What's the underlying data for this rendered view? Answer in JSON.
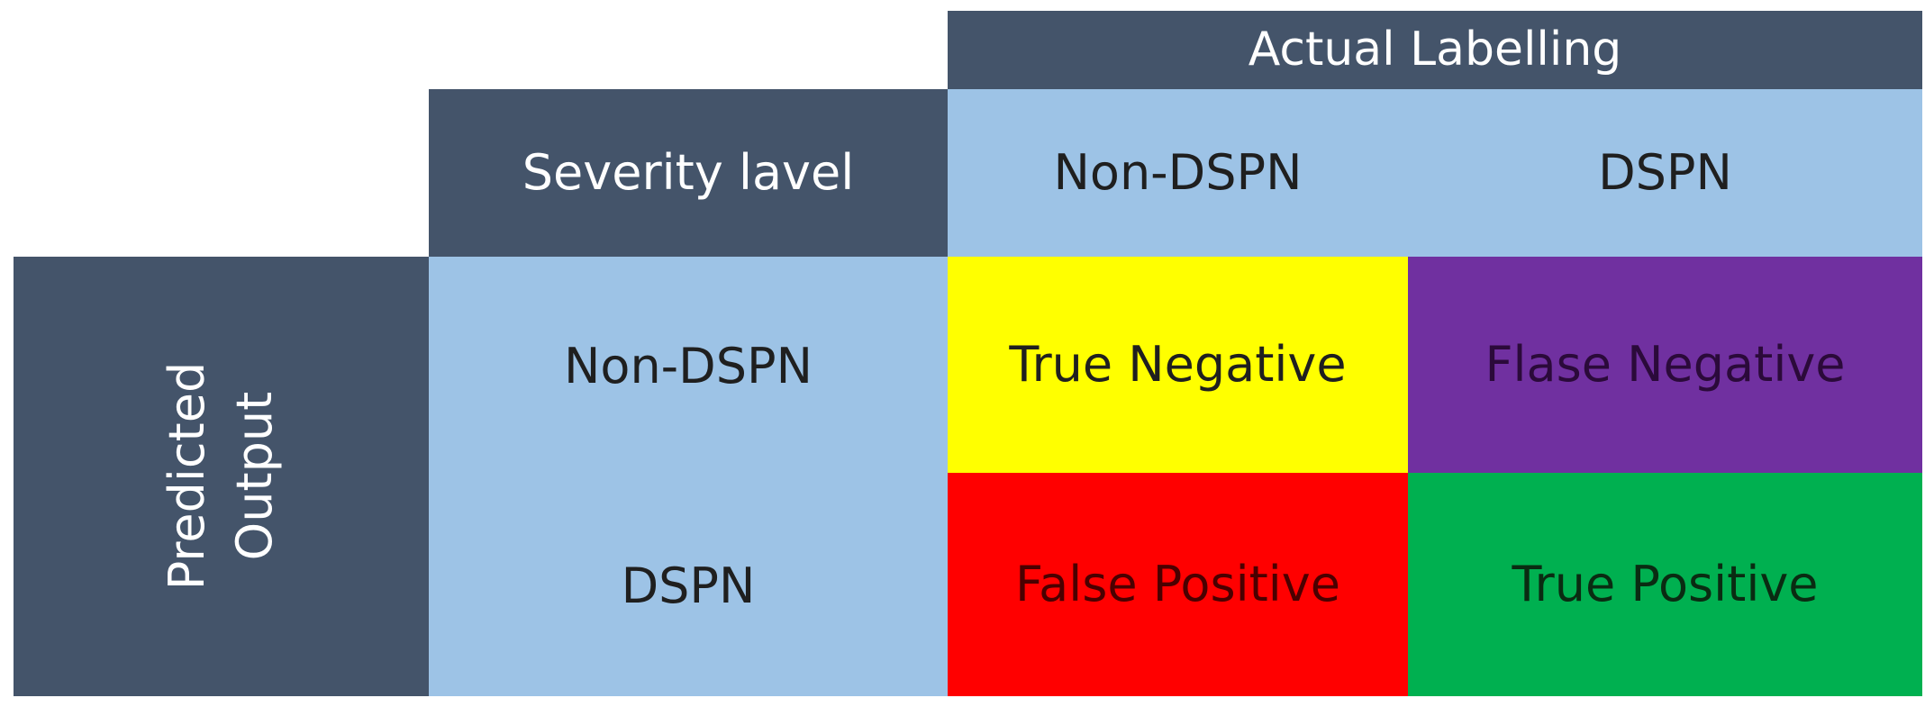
{
  "actual_labelling": "Actual Labelling",
  "severity_level": "Severity lavel",
  "predicted_output": {
    "line1": "Predicted",
    "line2": "Output"
  },
  "columns": {
    "non_dspn": "Non-DSPN",
    "dspn": "DSPN"
  },
  "rows": {
    "non_dspn": "Non-DSPN",
    "dspn": "DSPN"
  },
  "cells": {
    "true_negative": {
      "label": "True Negative",
      "color": "#ffff00"
    },
    "false_negative": {
      "label": "Flase Negative",
      "color": "#7030a0"
    },
    "false_positive": {
      "label": "False Positive",
      "color": "#ff0000"
    },
    "true_positive": {
      "label": "True Positive",
      "color": "#00b050"
    }
  },
  "colors": {
    "header_dark": "#44546a",
    "header_light": "#9dc3e6"
  }
}
